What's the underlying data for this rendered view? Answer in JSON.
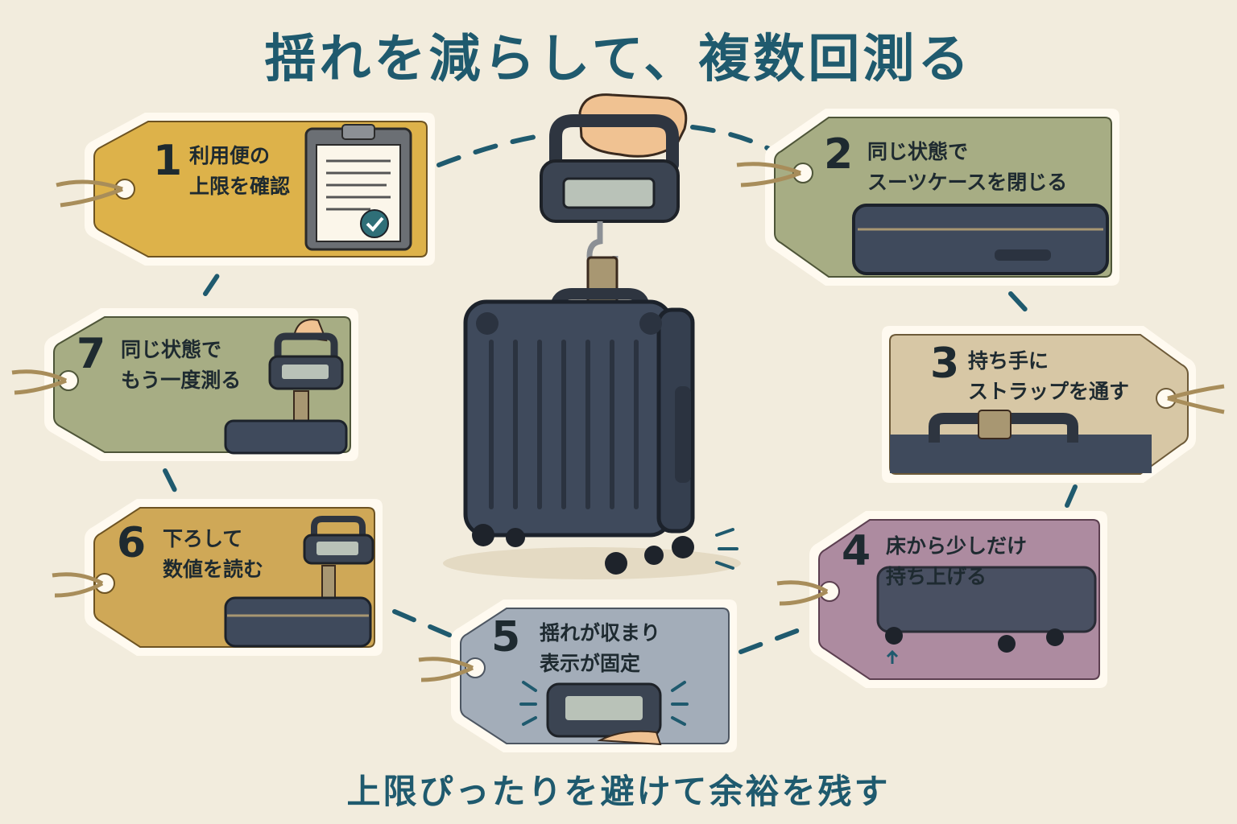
{
  "title": "揺れを減らして、複数回測る",
  "footer": "上限ぴったりを避けて余裕を残す",
  "colors": {
    "accent": "#1f5a6e",
    "tag_yellow": "#ddb24a",
    "tag_green": "#a7ad84",
    "tag_tan": "#d7c7a5",
    "tag_purple": "#ad8ba0",
    "tag_blue": "#a3adb9",
    "tag_gold": "#cfa857",
    "suitcase": "#3f4a5c"
  },
  "steps": [
    {
      "num": "1",
      "text": "利用便の\n上限を確認",
      "icon": "clipboard-check-icon"
    },
    {
      "num": "2",
      "text": "同じ状態で\nスーツケースを閉じる",
      "icon": "closed-suitcase-icon"
    },
    {
      "num": "3",
      "text": "持ち手に\nストラップを通す",
      "icon": "strap-handle-icon"
    },
    {
      "num": "4",
      "text": "床から少しだけ\n持ち上げる",
      "icon": "lifted-suitcase-icon"
    },
    {
      "num": "5",
      "text": "揺れが収まり\n表示が固定",
      "icon": "scale-display-icon"
    },
    {
      "num": "6",
      "text": "下ろして\n数値を読む",
      "icon": "scale-reading-icon"
    },
    {
      "num": "7",
      "text": "同じ状態で\nもう一度測る",
      "icon": "scale-repeat-icon"
    }
  ]
}
